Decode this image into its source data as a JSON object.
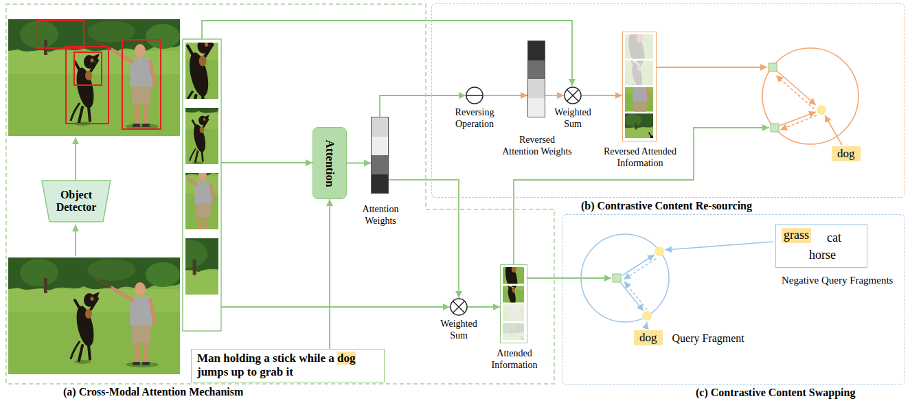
{
  "diagram": {
    "nodes": [
      {
        "text": [
          "(a) Cross-Modal Attention Mechanism"
        ]
      },
      {
        "text": [
          "Object Detector"
        ],
        "in": 0
      },
      {
        "text": [
          "Attention"
        ],
        "in": 0
      },
      {
        "text": [
          "Man holding a stick while a dog jumps up to grab it"
        ],
        "in": 0
      },
      {
        "text": [
          "Attention Weights"
        ],
        "in": 0
      },
      {
        "text": [
          "Weighted Sum"
        ],
        "in": 0
      },
      {
        "text": [
          "Attended Information"
        ],
        "in": 0
      },
      {
        "text": [
          "(b) Contrastive Content Re-sourcing"
        ]
      },
      {
        "text": [
          "Reversing Operation"
        ],
        "in": 7
      },
      {
        "text": [
          "Reversed Attention Weights"
        ],
        "in": 7
      },
      {
        "text": [
          "Weighted Sum"
        ],
        "in": 7
      },
      {
        "text": [
          "Reversed Attended Information"
        ],
        "in": 7
      },
      {
        "text": [
          "dog"
        ],
        "in": 7
      },
      {
        "text": [
          "(c) Contrastive Content Swapping"
        ]
      },
      {
        "text": [
          "grass",
          "cat",
          "horse",
          "Negative Query Fragments"
        ],
        "in": 13
      },
      {
        "text": [
          "dog",
          "Query Fragment"
        ],
        "in": 13
      }
    ],
    "edges": [
      {
        "from": 3,
        "to": 2,
        "arrow": "to"
      },
      {
        "from": 2,
        "to": 4,
        "arrow": "to"
      },
      {
        "from": 4,
        "to": 8,
        "arrow": "to"
      },
      {
        "from": 4,
        "to": 5,
        "arrow": "to"
      },
      {
        "from": 5,
        "to": 6,
        "arrow": "to"
      },
      {
        "from": 8,
        "to": 9,
        "arrow": "to"
      },
      {
        "from": 9,
        "to": 10,
        "arrow": "to"
      },
      {
        "from": 10,
        "to": 11,
        "arrow": "to"
      }
    ]
  }
}
